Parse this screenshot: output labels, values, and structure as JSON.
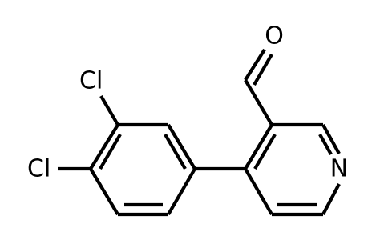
{
  "molecule": {
    "labels": {
      "chlorine_top": "Cl",
      "chlorine_left": "Cl",
      "oxygen": "O",
      "nitrogen": "N"
    }
  }
}
